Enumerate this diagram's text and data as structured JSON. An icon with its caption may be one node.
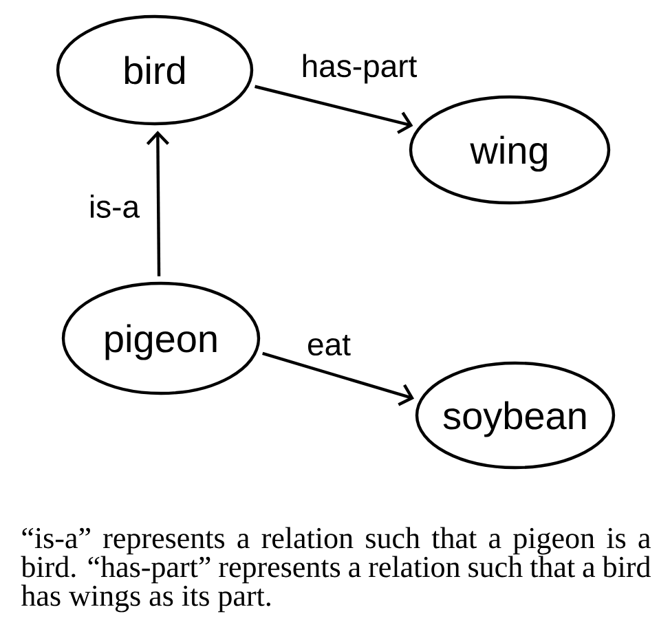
{
  "diagram": {
    "caption": "“is-a” represents a relation such that a pigeon is a bird. “has-part” represents a relation such that a bird has wings as its part.",
    "nodes": [
      {
        "text": [
          "bird"
        ]
      },
      {
        "text": [
          "wing"
        ]
      },
      {
        "text": [
          "pigeon"
        ]
      },
      {
        "text": [
          "soybean"
        ]
      }
    ],
    "edges": [
      {
        "from": 2,
        "to": 0,
        "arrow": "to",
        "label": "is-a"
      },
      {
        "from": 0,
        "to": 1,
        "arrow": "to",
        "label": "has-part"
      },
      {
        "from": 2,
        "to": 3,
        "arrow": "to",
        "label": "eat"
      }
    ]
  }
}
